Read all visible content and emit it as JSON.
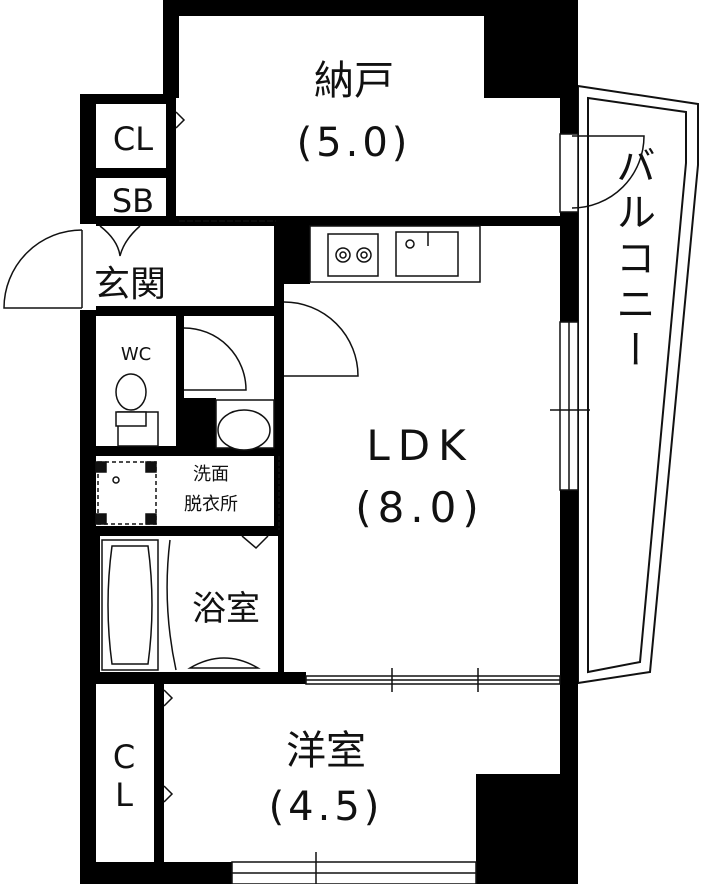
{
  "rooms": {
    "storage": {
      "name": "納戸",
      "size": "(5.0)"
    },
    "ldk": {
      "name": "LDK",
      "size": "(8.0)"
    },
    "western": {
      "name": "洋室",
      "size": "(4.5)"
    },
    "bath": {
      "name": "浴室"
    },
    "washroom": {
      "line1": "洗面",
      "line2": "脱衣所"
    },
    "wc": {
      "name": "WC"
    },
    "entrance": {
      "name": "玄関"
    },
    "closet_top": {
      "name": "CL"
    },
    "shoe_box": {
      "name": "SB"
    },
    "closet_bottom": {
      "line1": "C",
      "line2": "L"
    },
    "balcony": {
      "name": "バルコニー"
    }
  },
  "colors": {
    "wall": "#000000",
    "floor": "#ffffff",
    "line": "#111111"
  }
}
